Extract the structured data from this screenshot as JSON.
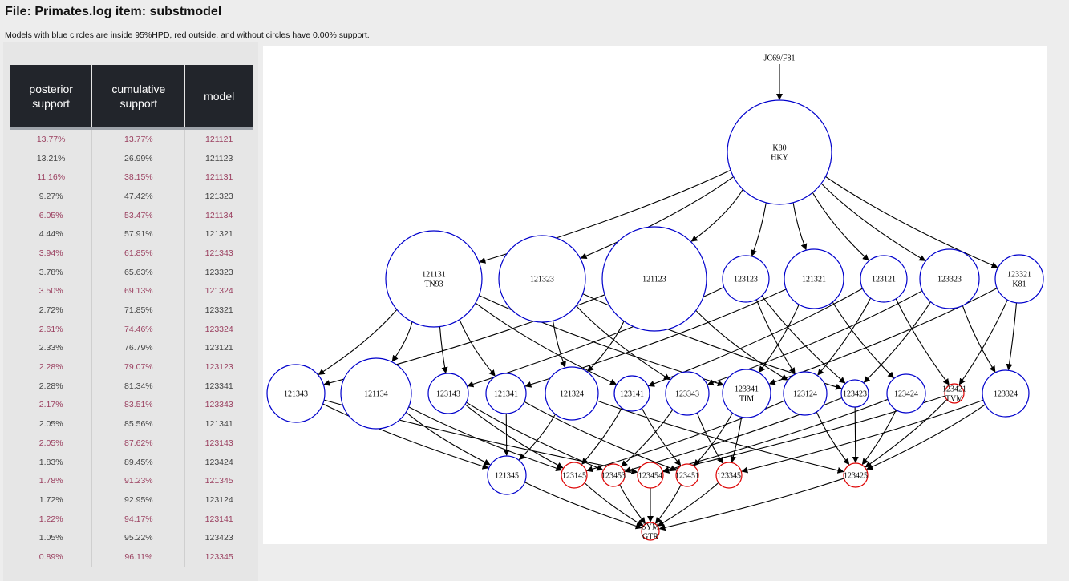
{
  "header": {
    "title": "File: Primates.log item: substmodel",
    "subtitle": "Models with blue circles are inside 95%HPD, red outside, and without circles have 0.00% support."
  },
  "table": {
    "columns": [
      "posterior support",
      "cumulative support",
      "model"
    ],
    "rows": [
      {
        "posterior": "13.77%",
        "cumulative": "13.77%",
        "model": "121121",
        "hl": true
      },
      {
        "posterior": "13.21%",
        "cumulative": "26.99%",
        "model": "121123",
        "hl": false
      },
      {
        "posterior": "11.16%",
        "cumulative": "38.15%",
        "model": "121131",
        "hl": true
      },
      {
        "posterior": "9.27%",
        "cumulative": "47.42%",
        "model": "121323",
        "hl": false
      },
      {
        "posterior": "6.05%",
        "cumulative": "53.47%",
        "model": "121134",
        "hl": true
      },
      {
        "posterior": "4.44%",
        "cumulative": "57.91%",
        "model": "121321",
        "hl": false
      },
      {
        "posterior": "3.94%",
        "cumulative": "61.85%",
        "model": "121343",
        "hl": true
      },
      {
        "posterior": "3.78%",
        "cumulative": "65.63%",
        "model": "123323",
        "hl": false
      },
      {
        "posterior": "3.50%",
        "cumulative": "69.13%",
        "model": "121324",
        "hl": true
      },
      {
        "posterior": "2.72%",
        "cumulative": "71.85%",
        "model": "123321",
        "hl": false
      },
      {
        "posterior": "2.61%",
        "cumulative": "74.46%",
        "model": "123324",
        "hl": true
      },
      {
        "posterior": "2.33%",
        "cumulative": "76.79%",
        "model": "123121",
        "hl": false
      },
      {
        "posterior": "2.28%",
        "cumulative": "79.07%",
        "model": "123123",
        "hl": true
      },
      {
        "posterior": "2.28%",
        "cumulative": "81.34%",
        "model": "123341",
        "hl": false
      },
      {
        "posterior": "2.17%",
        "cumulative": "83.51%",
        "model": "123343",
        "hl": true
      },
      {
        "posterior": "2.05%",
        "cumulative": "85.56%",
        "model": "121341",
        "hl": false
      },
      {
        "posterior": "2.05%",
        "cumulative": "87.62%",
        "model": "123143",
        "hl": true
      },
      {
        "posterior": "1.83%",
        "cumulative": "89.45%",
        "model": "123424",
        "hl": false
      },
      {
        "posterior": "1.78%",
        "cumulative": "91.23%",
        "model": "121345",
        "hl": true
      },
      {
        "posterior": "1.72%",
        "cumulative": "92.95%",
        "model": "123124",
        "hl": false
      },
      {
        "posterior": "1.22%",
        "cumulative": "94.17%",
        "model": "123141",
        "hl": true
      },
      {
        "posterior": "1.05%",
        "cumulative": "95.22%",
        "model": "123423",
        "hl": false
      },
      {
        "posterior": "0.89%",
        "cumulative": "96.11%",
        "model": "123345",
        "hl": true
      }
    ]
  },
  "graph": {
    "colors": {
      "inside": "#0000cc",
      "outside": "#dd0000",
      "edge": "#000000"
    },
    "nodes": [
      {
        "id": "JC69",
        "lines": [
          "JC69/F81"
        ],
        "status": "none"
      },
      {
        "id": "K80",
        "lines": [
          "K80",
          "HKY"
        ],
        "status": "inside"
      },
      {
        "id": "121131",
        "lines": [
          "121131",
          "TN93"
        ],
        "status": "inside"
      },
      {
        "id": "121323",
        "lines": [
          "121323"
        ],
        "status": "inside"
      },
      {
        "id": "121123",
        "lines": [
          "121123"
        ],
        "status": "inside"
      },
      {
        "id": "123123",
        "lines": [
          "123123"
        ],
        "status": "inside"
      },
      {
        "id": "121321",
        "lines": [
          "121321"
        ],
        "status": "inside"
      },
      {
        "id": "123121",
        "lines": [
          "123121"
        ],
        "status": "inside"
      },
      {
        "id": "123323",
        "lines": [
          "123323"
        ],
        "status": "inside"
      },
      {
        "id": "123321",
        "lines": [
          "123321",
          "K81"
        ],
        "status": "inside"
      },
      {
        "id": "121343",
        "lines": [
          "121343"
        ],
        "status": "inside"
      },
      {
        "id": "121134",
        "lines": [
          "121134"
        ],
        "status": "inside"
      },
      {
        "id": "123143",
        "lines": [
          "123143"
        ],
        "status": "inside"
      },
      {
        "id": "121341",
        "lines": [
          "121341"
        ],
        "status": "inside"
      },
      {
        "id": "121324",
        "lines": [
          "121324"
        ],
        "status": "inside"
      },
      {
        "id": "123141",
        "lines": [
          "123141"
        ],
        "status": "inside"
      },
      {
        "id": "123343",
        "lines": [
          "123343"
        ],
        "status": "inside"
      },
      {
        "id": "123341",
        "lines": [
          "123341",
          "TIM"
        ],
        "status": "inside"
      },
      {
        "id": "123124",
        "lines": [
          "123124"
        ],
        "status": "inside"
      },
      {
        "id": "123423",
        "lines": [
          "123423"
        ],
        "status": "inside"
      },
      {
        "id": "123424",
        "lines": [
          "123424"
        ],
        "status": "inside"
      },
      {
        "id": "123421",
        "lines": [
          "123421",
          "TVM"
        ],
        "status": "outside"
      },
      {
        "id": "123324",
        "lines": [
          "123324"
        ],
        "status": "inside"
      },
      {
        "id": "121345",
        "lines": [
          "121345"
        ],
        "status": "inside"
      },
      {
        "id": "123145",
        "lines": [
          "123145"
        ],
        "status": "outside"
      },
      {
        "id": "123453",
        "lines": [
          "123453"
        ],
        "status": "outside"
      },
      {
        "id": "123454",
        "lines": [
          "123454"
        ],
        "status": "outside"
      },
      {
        "id": "123451",
        "lines": [
          "123451"
        ],
        "status": "outside"
      },
      {
        "id": "123345",
        "lines": [
          "123345"
        ],
        "status": "outside"
      },
      {
        "id": "123425",
        "lines": [
          "123425"
        ],
        "status": "outside"
      },
      {
        "id": "SYM",
        "lines": [
          "SYM",
          "GTR"
        ],
        "status": "outside"
      }
    ],
    "edges": [
      [
        "JC69",
        "K80"
      ],
      [
        "K80",
        "121131"
      ],
      [
        "K80",
        "121323"
      ],
      [
        "K80",
        "121123"
      ],
      [
        "K80",
        "123123"
      ],
      [
        "K80",
        "121321"
      ],
      [
        "K80",
        "123121"
      ],
      [
        "K80",
        "123323"
      ],
      [
        "K80",
        "123321"
      ],
      [
        "121131",
        "121343"
      ],
      [
        "121131",
        "121134"
      ],
      [
        "121131",
        "123143"
      ],
      [
        "121131",
        "121341"
      ],
      [
        "121131",
        "123141"
      ],
      [
        "121131",
        "123341"
      ],
      [
        "121323",
        "121324"
      ],
      [
        "121323",
        "123343"
      ],
      [
        "121323",
        "123423"
      ],
      [
        "121123",
        "121343"
      ],
      [
        "121123",
        "121324"
      ],
      [
        "121123",
        "123124"
      ],
      [
        "123123",
        "123143"
      ],
      [
        "123123",
        "123124"
      ],
      [
        "123123",
        "123423"
      ],
      [
        "121321",
        "121341"
      ],
      [
        "121321",
        "123341"
      ],
      [
        "121321",
        "123424"
      ],
      [
        "123121",
        "123141"
      ],
      [
        "123121",
        "123124"
      ],
      [
        "123121",
        "123421"
      ],
      [
        "123323",
        "123343"
      ],
      [
        "123323",
        "123423"
      ],
      [
        "123323",
        "123324"
      ],
      [
        "123321",
        "123421"
      ],
      [
        "123321",
        "123341"
      ],
      [
        "123321",
        "123324"
      ],
      [
        "121343",
        "121345"
      ],
      [
        "121343",
        "123454"
      ],
      [
        "121134",
        "121345"
      ],
      [
        "121134",
        "123145"
      ],
      [
        "123143",
        "123145"
      ],
      [
        "123143",
        "123453"
      ],
      [
        "121341",
        "121345"
      ],
      [
        "121341",
        "123451"
      ],
      [
        "121324",
        "121345"
      ],
      [
        "121324",
        "123425"
      ],
      [
        "123141",
        "123145"
      ],
      [
        "123141",
        "123451"
      ],
      [
        "123343",
        "123345"
      ],
      [
        "123343",
        "123453"
      ],
      [
        "123341",
        "123345"
      ],
      [
        "123341",
        "123451"
      ],
      [
        "123124",
        "123145"
      ],
      [
        "123124",
        "123425"
      ],
      [
        "123423",
        "123425"
      ],
      [
        "123423",
        "123453"
      ],
      [
        "123424",
        "123425"
      ],
      [
        "123424",
        "123454"
      ],
      [
        "123421",
        "123454"
      ],
      [
        "123421",
        "123425"
      ],
      [
        "123324",
        "123345"
      ],
      [
        "123324",
        "123425"
      ],
      [
        "121345",
        "SYM"
      ],
      [
        "123145",
        "SYM"
      ],
      [
        "123453",
        "SYM"
      ],
      [
        "123454",
        "SYM"
      ],
      [
        "123451",
        "SYM"
      ],
      [
        "123345",
        "SYM"
      ],
      [
        "123425",
        "SYM"
      ]
    ]
  }
}
